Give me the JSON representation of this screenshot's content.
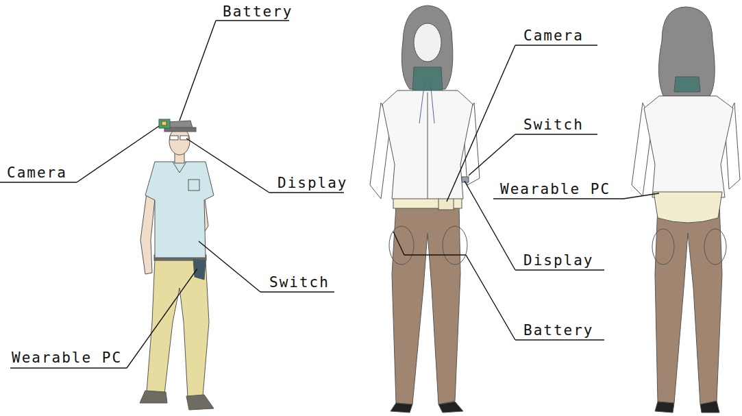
{
  "diagram": {
    "labels": [
      "Battery",
      "Camera",
      "Display",
      "Switch",
      "Wearable PC",
      "Camera",
      "Switch",
      "Wearable PC",
      "Display",
      "Battery"
    ]
  }
}
